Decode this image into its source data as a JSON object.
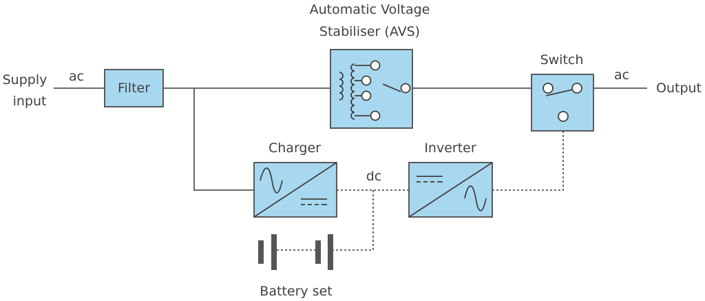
{
  "labels": {
    "supply_input_line1": "Supply",
    "supply_input_line2": "input",
    "ac_in": "ac",
    "filter": "Filter",
    "avs_line1": "Automatic Voltage",
    "avs_line2": "Stabiliser (AVS)",
    "switch": "Switch",
    "ac_out": "ac",
    "output": "Output",
    "charger": "Charger",
    "dc": "dc",
    "inverter": "Inverter",
    "battery": "Battery set"
  },
  "colors": {
    "block_fill": "#a8d8f0",
    "line": "#555555",
    "text": "#404040"
  },
  "icons": {
    "avs": "transformer-tap-changer-icon",
    "switch": "changeover-switch-icon",
    "charger": "ac-to-dc-converter-icon",
    "inverter": "dc-to-ac-converter-icon",
    "battery": "battery-icon"
  }
}
